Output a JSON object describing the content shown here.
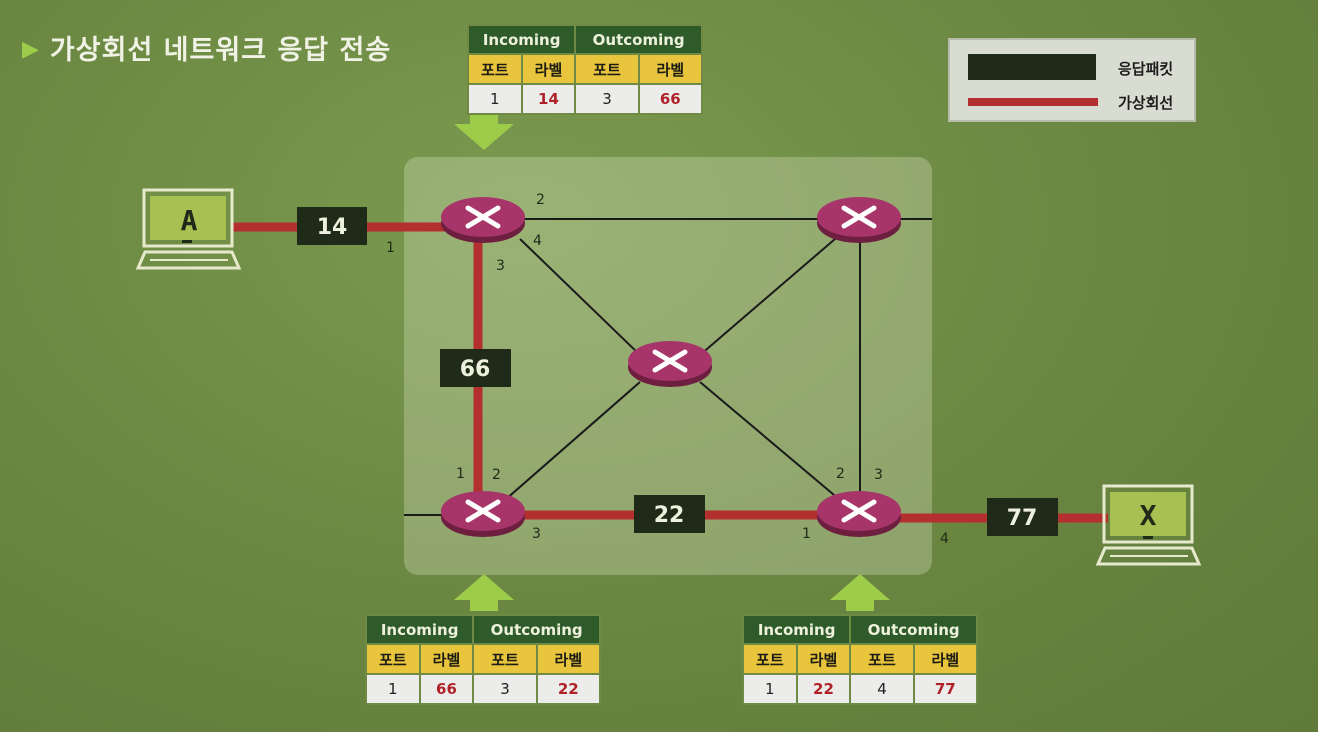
{
  "title": "가상회선 네트워크 응답 전송",
  "legend": {
    "packet_label": "응답패킷",
    "vc_label": "가상회선"
  },
  "hosts": {
    "a": "A",
    "x": "X"
  },
  "packets": {
    "p14": "14",
    "p66": "66",
    "p22": "22",
    "p77": "77"
  },
  "ports": {
    "r1_1": "1",
    "r1_2": "2",
    "r1_3": "3",
    "r1_4": "4",
    "r3_1": "1",
    "r3_2": "2",
    "r3_3": "3",
    "r4_1": "1",
    "r4_2": "2",
    "r4_3": "3",
    "r4_4": "4"
  },
  "tables": {
    "top": {
      "incoming": "Incoming",
      "outcoming": "Outcoming",
      "port": "포트",
      "label": "라벨",
      "in_port": "1",
      "in_label": "14",
      "out_port": "3",
      "out_label": "66"
    },
    "bottom_left": {
      "incoming": "Incoming",
      "outcoming": "Outcoming",
      "port": "포트",
      "label": "라벨",
      "in_port": "1",
      "in_label": "66",
      "out_port": "3",
      "out_label": "22"
    },
    "bottom_right": {
      "incoming": "Incoming",
      "outcoming": "Outcoming",
      "port": "포트",
      "label": "라벨",
      "in_port": "1",
      "in_label": "22",
      "out_port": "4",
      "out_label": "77"
    }
  },
  "colors": {
    "vc_line": "#b42f30",
    "packet_bg": "#1f2a18",
    "router": "#9b2f5a",
    "table_header": "#2f5a2a",
    "table_sub": "#e9c53d",
    "arrow": "#9ccc4a"
  }
}
